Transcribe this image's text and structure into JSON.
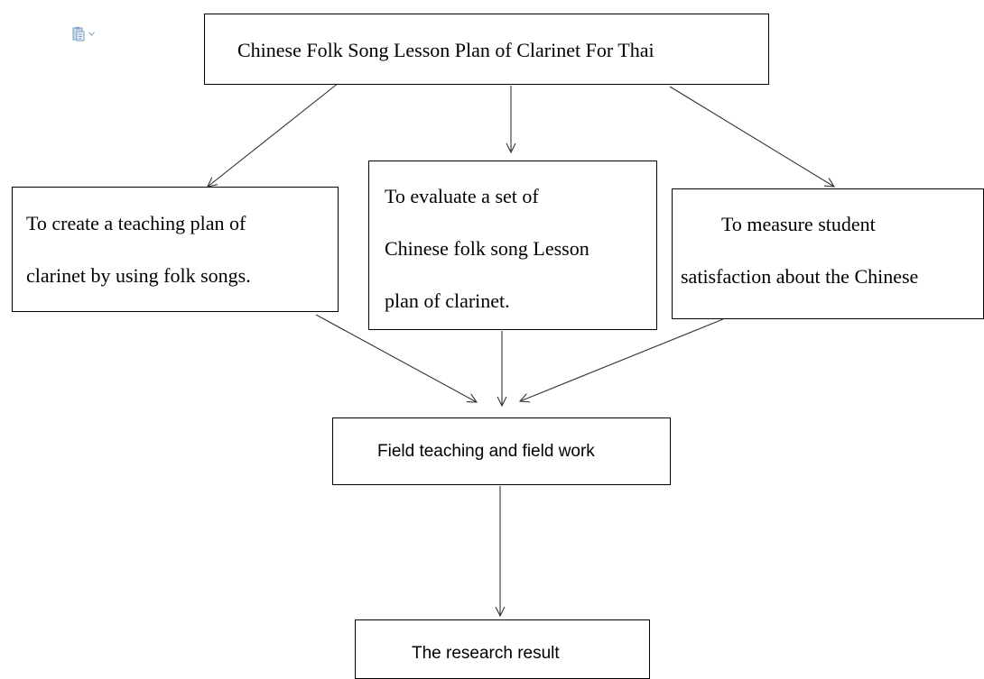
{
  "diagram": {
    "root": {
      "label": "Chinese Folk Song Lesson Plan of Clarinet For Thai"
    },
    "objectives": [
      {
        "lines": [
          "To create a teaching plan of",
          "clarinet by using folk songs."
        ]
      },
      {
        "lines": [
          "To evaluate a set of",
          "Chinese folk song Lesson",
          "plan of clarinet."
        ]
      },
      {
        "lines": [
          "To measure student",
          "satisfaction about the Chinese"
        ]
      }
    ],
    "process": {
      "label": "Field teaching and field work"
    },
    "result": {
      "label": "The research result"
    }
  },
  "toolbar": {
    "paste_icon": "paste-options-icon",
    "dropdown_icon": "dropdown-arrow-icon"
  },
  "colors": {
    "border": "#000000",
    "text": "#000000",
    "icon": "#7d9fc1",
    "background": "#ffffff"
  }
}
